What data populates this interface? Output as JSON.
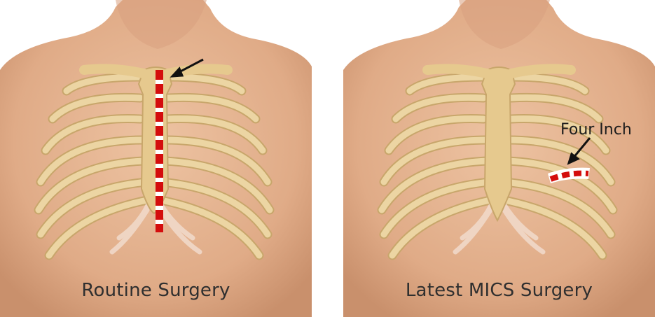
{
  "panels": [
    {
      "caption": "Routine Surgery"
    },
    {
      "caption": "Latest MICS Surgery",
      "annotation": "Four Inch"
    }
  ],
  "colors": {
    "skin": "#e2b08e",
    "skin_shadow": "#c98e6a",
    "bone": "#ecd5a3",
    "bone_edge": "#c8a66b",
    "cartilage": "#f1d9c9",
    "incision_red": "#d40d0d",
    "incision_white": "#ffffff"
  }
}
